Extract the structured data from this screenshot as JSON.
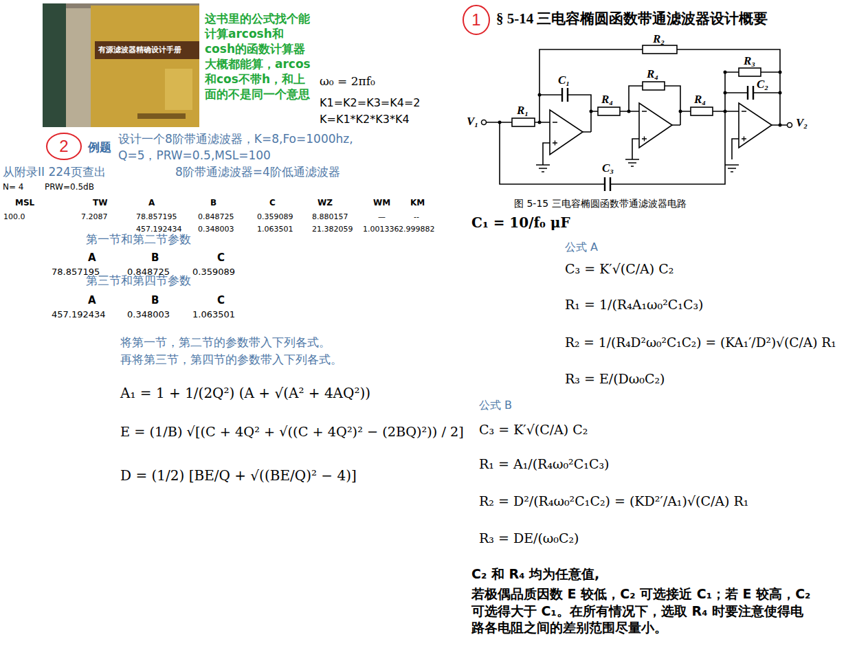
{
  "diagram": {
    "title": "§ 5-14 三电容椭圆函数带通滤波器设计概要",
    "caption": "图 5-15 三电容椭圆函数带通滤波器电路",
    "nodes": [
      {
        "text": [
          "1"
        ]
      },
      {
        "text": [
          "2"
        ]
      }
    ],
    "labels": [
      "有源滤波器精确设计手册",
      "这书里的公式找个能计算arcosh和cosh的函数计算器大概都能算，arcos和cos不带h，和上面的不是同一个意思",
      "ω₀ = 2πf₀",
      "K1=K2=K3=K4=2",
      "K=K1*K2*K3*K4",
      "例题",
      "设计一个8阶带通滤波器，K=8,Fo=1000hz,",
      "Q=5，PRW=0.5,MSL=100",
      "从附录II 224页查出",
      "8阶带通滤波器=4阶低通滤波器",
      "N= 4",
      "PRW=0.5dB",
      "MSL",
      "TW",
      "A",
      "B",
      "C",
      "WZ",
      "WM",
      "KM",
      "100.0",
      "7.2087",
      "78.857195",
      "0.848725",
      "0.359089",
      "8.880157",
      "—",
      "--",
      "457.192434",
      "0.348003",
      "1.063501",
      "21.382059",
      "1.001336",
      "2.999882",
      "第一节和第二节参数",
      "A",
      "B",
      "C",
      "78.857195",
      "0.848725",
      "0.359089",
      "第三节和第四节参数",
      "A",
      "B",
      "C",
      "457.192434",
      "0.348003",
      "1.063501",
      "将第一节，第二节的参数带入下列各式。",
      "再将第三节，第四节的参数带入下列各式。",
      "A₁ = 1 + 1/(2Q²) (A + √(A² + 4AQ²))",
      "E = (1/B) √[(C + 4Q² + √((C + 4Q²)² − (2BQ)²)) / 2]",
      "D = (1/2) [BE/Q + √((BE/Q)² − 4)]",
      "R₂",
      "R₃",
      "R₄",
      "C₁",
      "C₂",
      "R₁",
      "R₄",
      "R₄",
      "V₁",
      "V₂",
      "C₃",
      "C₁ = 10/f₀ μF",
      "公式 A",
      "C₃ = K′√(C/A) C₂",
      "R₁ = 1/(R₄A₁ω₀²C₁C₃)",
      "R₂ = 1/(R₄D²ω₀²C₁C₂) = (KA₁′/D²)√(C/A) R₁",
      "R₃ = E/(Dω₀C₂)",
      "公式 B",
      "C₃ = K′√(C/A) C₂",
      "R₁ = A₁/(R₄ω₀²C₁C₃)",
      "R₂ = D²/(R₄ω₀²C₁C₂) = (KD²′/A₁)√(C/A) R₁",
      "R₃ = DE/(ω₀C₂)",
      "C₂ 和 R₄ 均为任意值,",
      "若极偶品质因数 E 较低，C₂ 可选接近 C₁；若 E 较高，C₂ 可选得大于 C₁。在所有情况下，选取 R₄ 时要注意使得电路各电阻之间的差别范围尽量小。"
    ]
  }
}
